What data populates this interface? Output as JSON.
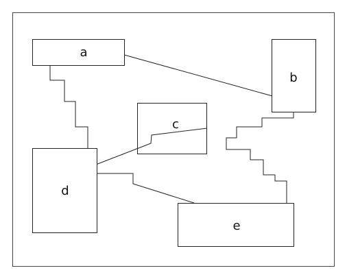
{
  "diagram": {
    "nodes": [
      {
        "id": "a",
        "label": "a"
      },
      {
        "id": "b",
        "label": "b"
      },
      {
        "id": "c",
        "label": "c"
      },
      {
        "id": "d",
        "label": "d"
      },
      {
        "id": "e",
        "label": "e"
      }
    ],
    "edges": [
      {
        "from": "a",
        "to": "b"
      },
      {
        "from": "a",
        "to": "d"
      },
      {
        "from": "c",
        "to": "d"
      },
      {
        "from": "d",
        "to": "e"
      },
      {
        "from": "b",
        "to": "e"
      }
    ]
  }
}
